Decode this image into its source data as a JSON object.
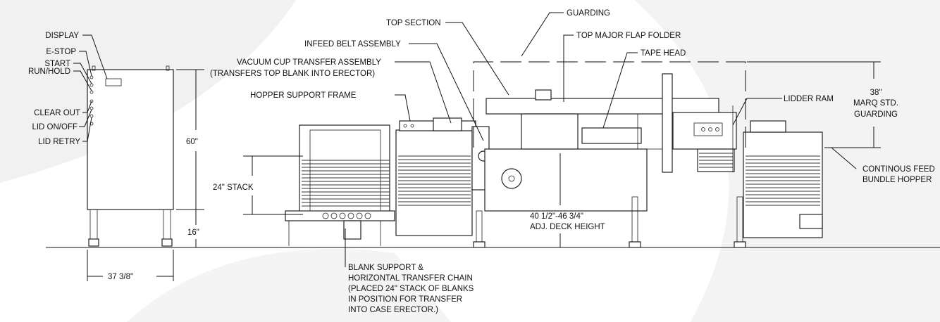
{
  "panel": {
    "display": "DISPLAY",
    "estop": "E-STOP",
    "start": "START",
    "runhold": "RUN/HOLD",
    "clearout": "CLEAR OUT",
    "lidonoff": "LID ON/OFF",
    "lidretry": "LID RETRY",
    "height": "60\"",
    "leg_height": "16\"",
    "width": "37 3/8\""
  },
  "callouts": {
    "top_section": "TOP SECTION",
    "guarding": "GUARDING",
    "top_major_flap_folder": "TOP MAJOR FLAP FOLDER",
    "infeed_belt": "INFEED BELT ASSEMBLY",
    "vacuum_cup_1": "VACUUM CUP TRANSFER ASSEMBLY",
    "vacuum_cup_2": "(TRANSFERS TOP BLANK INTO ERECTOR)",
    "tape_head": "TAPE HEAD",
    "hopper_support": "HOPPER SUPPORT FRAME",
    "lidder_ram": "LIDDER RAM",
    "guard_height_1": "38\"",
    "guard_height_2": "MARQ STD.",
    "guard_height_3": "GUARDING",
    "bundle_1": "CONTINOUS FEED",
    "bundle_2": "BUNDLE HOPPER",
    "stack": "24\" STACK",
    "deck_1": "40 1/2\"-46 3/4\"",
    "deck_2": "ADJ. DECK HEIGHT",
    "blank_1": "BLANK SUPPORT &",
    "blank_2": "HORIZONTAL TRANSFER CHAIN",
    "blank_3": "(PLACED 24\" STACK OF BLANKS",
    "blank_4": "IN POSITION FOR TRANSFER",
    "blank_5": "INTO CASE ERECTOR.)"
  },
  "colors": {
    "line": "#111111",
    "bg_shade": "#ececec"
  }
}
